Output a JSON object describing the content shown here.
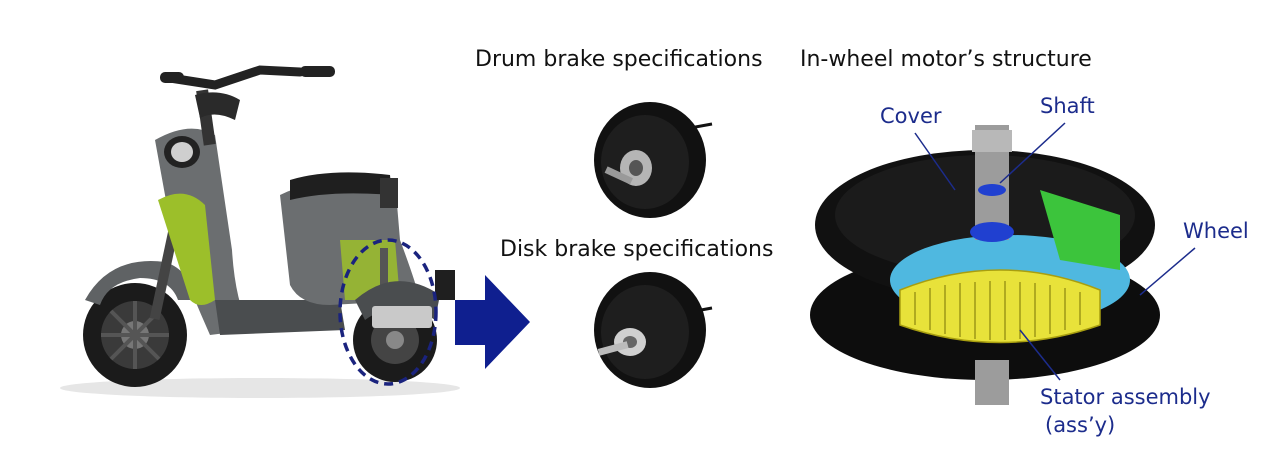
{
  "captions": {
    "drum_brake": "Drum brake specifications",
    "disk_brake": "Disk brake specifications",
    "motor_structure": "In-wheel motor’s structure"
  },
  "motor_labels": {
    "cover": "Cover",
    "shaft": "Shaft",
    "wheel": "Wheel",
    "stator_line1": "Stator assembly",
    "stator_line2": "(ass’y)"
  },
  "colors": {
    "arrow": "#0f1f8f",
    "callout_text": "#1c2c8c",
    "scooter_green": "#9cbf2a",
    "scooter_gray": "#6b6e70",
    "stator_yellow": "#e8e23a",
    "rotor_blue": "#4fb8e0",
    "wheel_black": "#0d0d0d"
  },
  "icons": [
    "scooter-illustration",
    "rear-wheel-highlight",
    "right-arrow",
    "drum-brake-wheel",
    "disk-brake-wheel",
    "motor-cutaway"
  ]
}
